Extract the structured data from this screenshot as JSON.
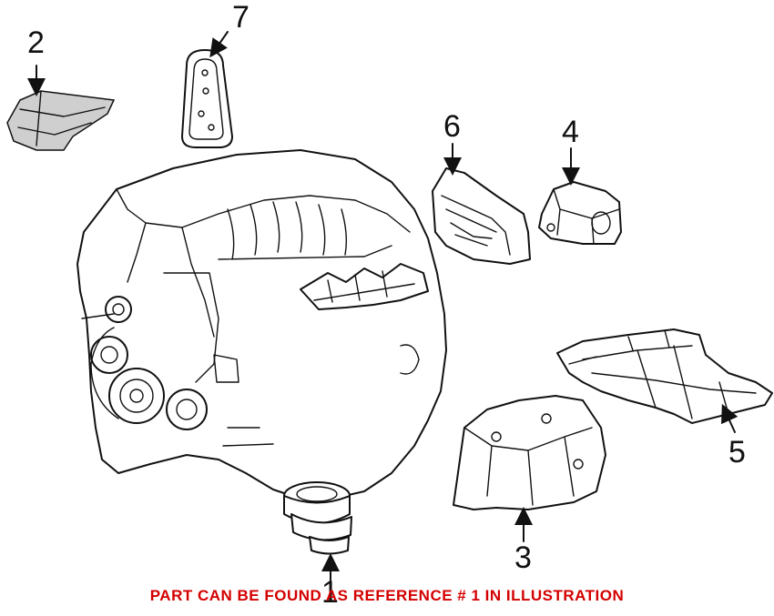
{
  "diagram": {
    "callouts": [
      {
        "id": "1",
        "label": "1"
      },
      {
        "id": "2",
        "label": "2"
      },
      {
        "id": "3",
        "label": "3"
      },
      {
        "id": "4",
        "label": "4"
      },
      {
        "id": "5",
        "label": "5"
      },
      {
        "id": "6",
        "label": "6"
      },
      {
        "id": "7",
        "label": "7"
      }
    ],
    "footer_text": "PART CAN BE FOUND AS REFERENCE # 1 IN ILLUSTRATION",
    "colors": {
      "footer": "#d40000",
      "line": "#111111",
      "shade": "#cfcfcf"
    }
  }
}
